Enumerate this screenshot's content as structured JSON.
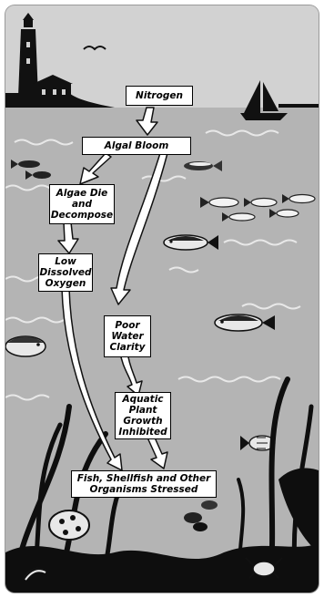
{
  "diagram": {
    "nodes": {
      "nitrogen": "Nitrogen",
      "algal_bloom": "Algal Bloom",
      "algae_die": "Algae Die and Decompose",
      "low_oxygen": "Low Dissolved Oxygen",
      "poor_clarity": "Poor Water Clarity",
      "aquatic_plant": "Aquatic Plant Growth Inhibited",
      "fish_stressed": "Fish, Shellfish and Other Organisms Stressed"
    },
    "edges": [
      [
        "nitrogen",
        "algal_bloom"
      ],
      [
        "algal_bloom",
        "algae_die"
      ],
      [
        "algal_bloom",
        "poor_clarity"
      ],
      [
        "algae_die",
        "low_oxygen"
      ],
      [
        "low_oxygen",
        "fish_stressed"
      ],
      [
        "poor_clarity",
        "aquatic_plant"
      ],
      [
        "aquatic_plant",
        "fish_stressed"
      ]
    ],
    "colors": {
      "sky": "#d2d2d2",
      "water": "#b4b4b4",
      "silhouette": "#111111",
      "box_fill": "#ffffff"
    }
  }
}
